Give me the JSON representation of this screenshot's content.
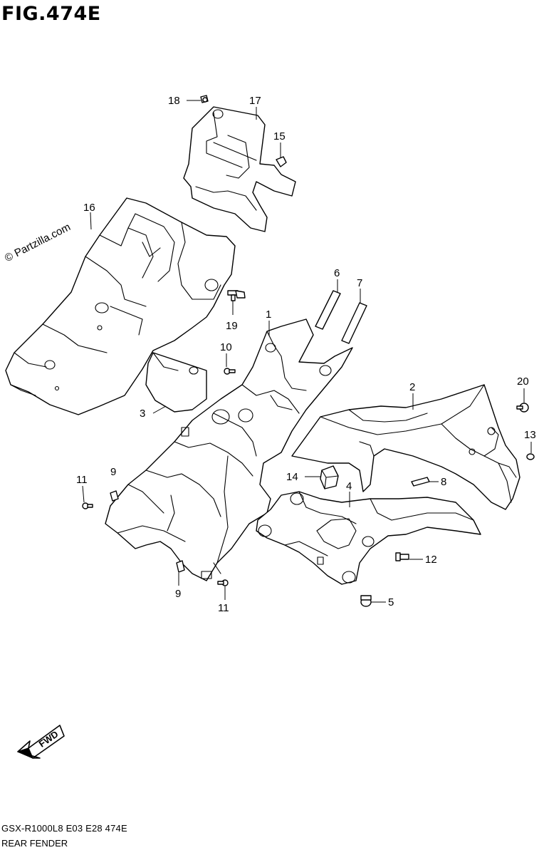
{
  "figure": {
    "title": "FIG.474E",
    "watermark": "© Partzilla.com",
    "footer_code": "GSX-R1000L8  E03  E28  474E",
    "footer_name": "REAR FENDER",
    "fwd_label": "FWD"
  },
  "callouts": [
    {
      "id": "c18",
      "label": "18"
    },
    {
      "id": "c17",
      "label": "17"
    },
    {
      "id": "c15",
      "label": "15"
    },
    {
      "id": "c16",
      "label": "16"
    },
    {
      "id": "c6",
      "label": "6"
    },
    {
      "id": "c7",
      "label": "7"
    },
    {
      "id": "c1",
      "label": "1"
    },
    {
      "id": "c19",
      "label": "19"
    },
    {
      "id": "c10",
      "label": "10"
    },
    {
      "id": "c2",
      "label": "2"
    },
    {
      "id": "c20",
      "label": "20"
    },
    {
      "id": "c3",
      "label": "3"
    },
    {
      "id": "c13",
      "label": "13"
    },
    {
      "id": "c9a",
      "label": "9"
    },
    {
      "id": "c14",
      "label": "14"
    },
    {
      "id": "c8",
      "label": "8"
    },
    {
      "id": "c11a",
      "label": "11"
    },
    {
      "id": "c4",
      "label": "4"
    },
    {
      "id": "c12",
      "label": "12"
    },
    {
      "id": "c9b",
      "label": "9"
    },
    {
      "id": "c5",
      "label": "5"
    },
    {
      "id": "c11b",
      "label": "11"
    }
  ]
}
